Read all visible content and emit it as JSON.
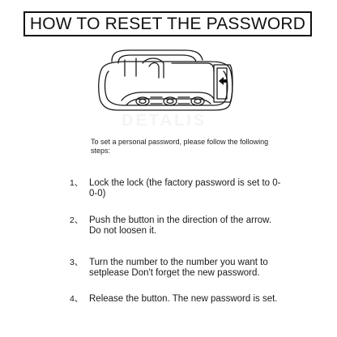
{
  "title": "HOW TO RESET THE PASSWORD",
  "watermark": "DETALIS",
  "intro": "To set a personal password, please follow the following steps:",
  "steps": [
    {
      "number": "1、",
      "text": "Lock the lock (the factory password is set to 0-0-0)"
    },
    {
      "number": "2、",
      "text": "Push the button in the direction of the arrow. Do not loosen it."
    },
    {
      "number": "3、",
      "text": "Turn the number to the number you want to setplease  Don't forget the new password."
    },
    {
      "number": "4、",
      "text": "Release the button. The new password is set."
    }
  ],
  "illustration": {
    "name": "combination-lock",
    "dials": 3,
    "arrow": "left"
  }
}
